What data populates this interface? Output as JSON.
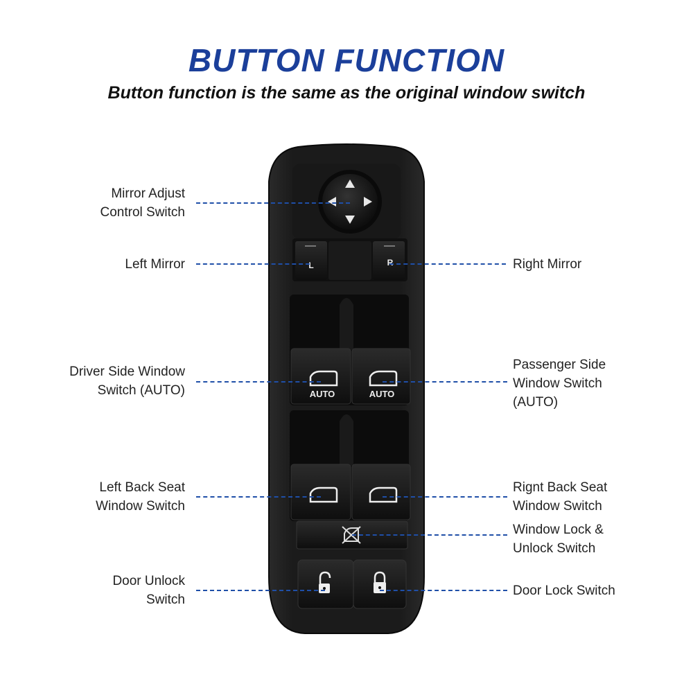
{
  "header": {
    "title": "BUTTON FUNCTION",
    "subtitle": "Button function is the same as the original window switch"
  },
  "colors": {
    "title": "#1b3f9a",
    "leader": "#1f4fa8",
    "housing": "#1c1c1c",
    "button": "#151515"
  },
  "labels": {
    "mirror_adjust": "Mirror Adjust\nControl Switch",
    "left_mirror": "Left Mirror",
    "right_mirror": "Right Mirror",
    "driver_window": "Driver Side Window\nSwitch (AUTO)",
    "passenger_window": "Passenger Side\nWindow Switch\n(AUTO)",
    "left_back_window": "Left Back Seat\nWindow Switch",
    "right_back_window": "Rignt Back Seat\nWindow Switch",
    "window_lock": "Window Lock &\nUnlock Switch",
    "door_unlock": "Door Unlock\nSwitch",
    "door_lock": "Door Lock Switch"
  },
  "device": {
    "mirror_left_letter": "L",
    "mirror_right_letter": "R",
    "auto_left": "AUTO",
    "auto_right": "AUTO"
  },
  "icons": {
    "mirror_pad": "four-arrow-dpad-icon",
    "window": "car-window-icon",
    "window_lock": "window-lock-crossed-icon",
    "door_unlock": "padlock-open-icon",
    "door_lock": "padlock-closed-icon"
  }
}
